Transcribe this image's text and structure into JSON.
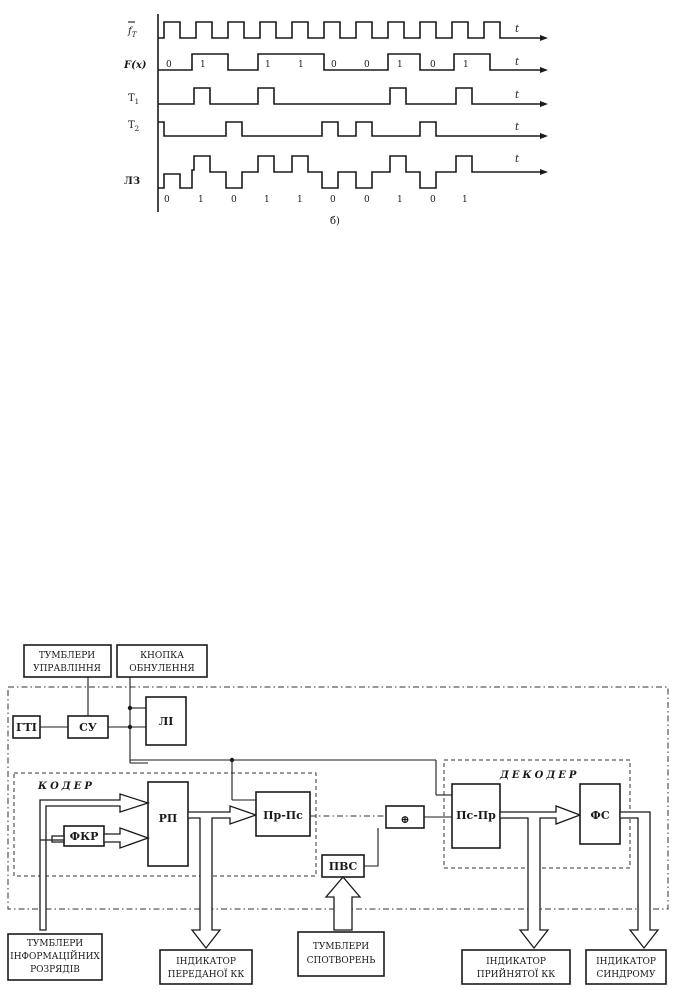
{
  "timing": {
    "signals": [
      {
        "name": "f_T",
        "label_main": "f",
        "label_sub": "T",
        "bits": []
      },
      {
        "name": "F(x)",
        "label_main": "F(x)",
        "label_sub": "",
        "bits": [
          "0",
          "1",
          "1",
          "1",
          "0",
          "0",
          "1",
          "0",
          "1"
        ]
      },
      {
        "name": "T1",
        "label_main": "T",
        "label_sub": "1",
        "bits": []
      },
      {
        "name": "T2",
        "label_main": "T",
        "label_sub": "2",
        "bits": []
      },
      {
        "name": "LZ",
        "label_main": "ЛЗ",
        "label_sub": "",
        "bits": []
      }
    ],
    "axis_label": "t",
    "bottom_bits": [
      "0",
      "1",
      "0",
      "1",
      "1",
      "0",
      "0",
      "1",
      "0",
      "1"
    ],
    "caption": "б)"
  },
  "diagram": {
    "blocks": {
      "gti": "ГТІ",
      "su": "СУ",
      "li": "ЛІ",
      "rp": "РП",
      "fkr": "ФКР",
      "prps": "Пр-Пс",
      "xor": "⊕",
      "pvs": "ПВС",
      "pspr": "Пс-Пр",
      "fs": "ФС"
    },
    "groups": {
      "coder": "КОДЕР",
      "decoder": "ДЕКОДЕР"
    },
    "labels": {
      "tumbl_upr_1": "ТУМБЛЕРИ",
      "tumbl_upr_2": "УПРАВЛІННЯ",
      "knopka_1": "КНОПКА",
      "knopka_2": "ОБНУЛЕННЯ",
      "tumbl_inf_1": "ТУМБЛЕРИ",
      "tumbl_inf_2": "ІНФОРМАЦІЙНИХ",
      "tumbl_inf_3": "РОЗРЯДІВ",
      "ind_per_1": "ІНДИКАТОР",
      "ind_per_2": "ПЕРЕДАНОЇ КК",
      "tumbl_spot_1": "ТУМБЛЕРИ",
      "tumbl_spot_2": "СПОТВОРЕНЬ",
      "ind_pryi_1": "ІНДИКАТОР",
      "ind_pryi_2": "ПРИЙНЯТОЇ КК",
      "ind_syn_1": "ІНДИКАТОР",
      "ind_syn_2": "СИНДРОМУ"
    }
  }
}
